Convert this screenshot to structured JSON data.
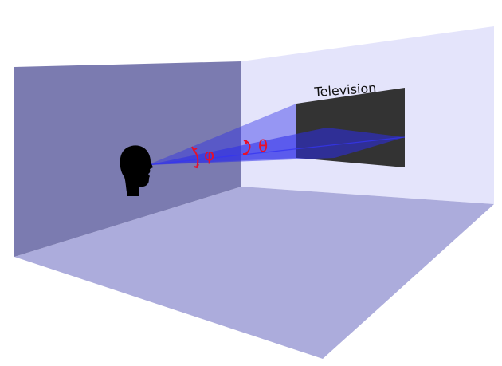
{
  "labels": {
    "object": "Television",
    "angle_phi": "φ",
    "angle_theta": "θ"
  },
  "colors": {
    "left_wall": "#7b7bb0",
    "back_wall": "#e4e4fb",
    "floor": "#acacdc",
    "screen": "#333333",
    "view_cone": "#2b2be8",
    "angle_marks": "#e8102a",
    "head": "#000000"
  },
  "icons": {
    "viewer": "head-silhouette-icon"
  }
}
